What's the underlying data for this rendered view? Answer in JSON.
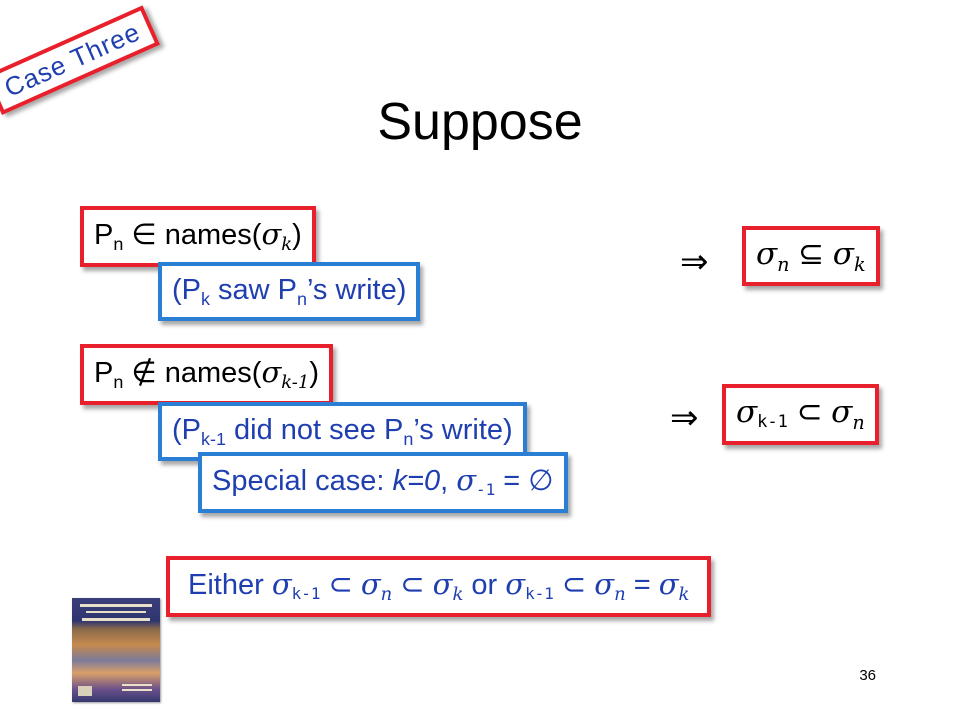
{
  "badge": {
    "label": "Case Three"
  },
  "title": "Suppose",
  "row1": {
    "cond_p": "P",
    "cond_n": "n",
    "cond_rel": "∈",
    "cond_names": "names(",
    "cond_sigma": "σ",
    "cond_k": "k",
    "cond_close": ")",
    "note": {
      "p1": "(P",
      "k": "k",
      "mid": " saw P",
      "n": "n",
      "end": "’s write)"
    },
    "implies": "⇒",
    "result": {
      "s1": "σ",
      "n": "n",
      "rel": "⊆",
      "s2": "σ",
      "k": "k"
    }
  },
  "row2": {
    "cond_p": "P",
    "cond_n": "n",
    "cond_rel": "∉",
    "cond_names": "names(",
    "cond_sigma": "σ",
    "cond_k": "k-1",
    "cond_close": ")",
    "note": {
      "p1": "(P",
      "k": "k-1",
      "mid": " did not see P",
      "n": "n",
      "end": "’s write)"
    },
    "special": {
      "pre": "Special case: ",
      "kexpr": "k=0",
      "comma": ", ",
      "sigma": "σ",
      "sub": "-1",
      "eq": " = ∅"
    },
    "implies": "⇒",
    "result": {
      "s1": "σ",
      "k": "k-1",
      "rel": "⊂",
      "s2": "σ",
      "n": "n"
    }
  },
  "either": {
    "w1": "Either ",
    "s1": "σ",
    "k1": "k-1",
    "r1": "⊂",
    "s2": "σ",
    "n1": "n",
    "r2": "⊂",
    "s3": "σ",
    "k2": "k",
    "or": " or ",
    "s4": "σ",
    "k3": "k-1",
    "r3": "⊂",
    "s5": "σ",
    "n2": "n",
    "eq": " = ",
    "s6": "σ",
    "k4": "k"
  },
  "page_number": "36",
  "book_icon": "book-cover-icon"
}
